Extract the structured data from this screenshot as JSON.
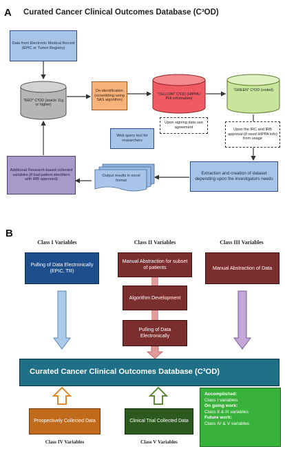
{
  "panel_a": {
    "letter": "A",
    "title": "Curated Cancer Clinical Outcomes Database (C³OD)",
    "nodes": {
      "emr": "Data from Electronic Medical Record (EPIC or Tumor Registry)",
      "red_db": "\"RED\" C³OD (oracle 11g or higher)",
      "deid": "De-identification (scrambling using SAS algorithm)",
      "yellow_db": "\"YELLOW\" C³OD (HIPPA / PHI information)",
      "green_db": "\"GREEN\" C³OD (coded)",
      "dua": "Upon signing data use agreement",
      "webquery": "Web query tool for researchers",
      "irb": "Upon the IRC and IRB approval (if need HIPPA info) from usage",
      "extraction": "Extraction and creation of dataset depending upon the investigators needs",
      "output": "Output results in excel format",
      "additional": "Additional Research-based collected variables (if bad patient identifiers with IRB approved)"
    }
  },
  "panel_b": {
    "letter": "B",
    "class_labels": {
      "class1": "Class I Variables",
      "class2": "Class II Variables",
      "class3": "Class III Variables",
      "class4": "Class IV Variables",
      "class5": "Class V Variables"
    },
    "boxes": {
      "pulling1": "Pulling of Data Electronically (EPIC, TR)",
      "manual_subset": "Manual Abstraction for subset of patients",
      "manual3": "Manual Abstraction of Data",
      "algorithm": "Algorithm Development",
      "pulling2": "Pulling of Data Electronically",
      "banner": "Curated Cancer Clinical Outcomes Database (C³OD)",
      "prospective": "Prospectively Collected Data",
      "clinical": "Clinical Trial Collected Data"
    },
    "status": {
      "accomplished_label": "Accomplished:",
      "accomplished": "Class I variables",
      "ongoing_label": "On going work:",
      "ongoing": "Class II & III variables",
      "future_label": "Future work:",
      "future": "Class IV & V variables"
    }
  },
  "colors": {
    "red_db": "#f05a62",
    "green_db": "#c9e59b",
    "gray_db": "#b5b5b5",
    "orange": "#f7b27a",
    "blue_box": "#a6c3e8",
    "purple_box": "#a89ac8",
    "navy": "#1f4e8c",
    "maroon": "#7a2e2e",
    "teal": "#1f6f86",
    "brown": "#c06a1c",
    "dark_green": "#2c5a1e",
    "bright_green": "#38b23a"
  }
}
